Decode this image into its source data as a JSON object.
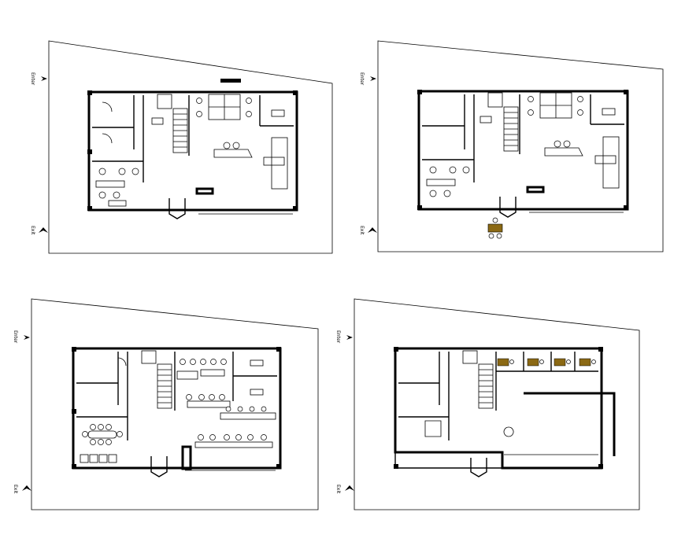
{
  "sheets": [
    {
      "id": "top-left",
      "enter_label": "Enter",
      "exit_label": "Exit"
    },
    {
      "id": "top-right",
      "enter_label": "Enter",
      "exit_label": "Exit"
    },
    {
      "id": "bottom-left",
      "enter_label": "Enter",
      "exit_label": "Exit"
    },
    {
      "id": "bottom-right",
      "enter_label": "Enter",
      "exit_label": "Exit"
    }
  ],
  "colors": {
    "line": "#000000",
    "background": "#ffffff",
    "furniture_accent": "#8b6914"
  }
}
